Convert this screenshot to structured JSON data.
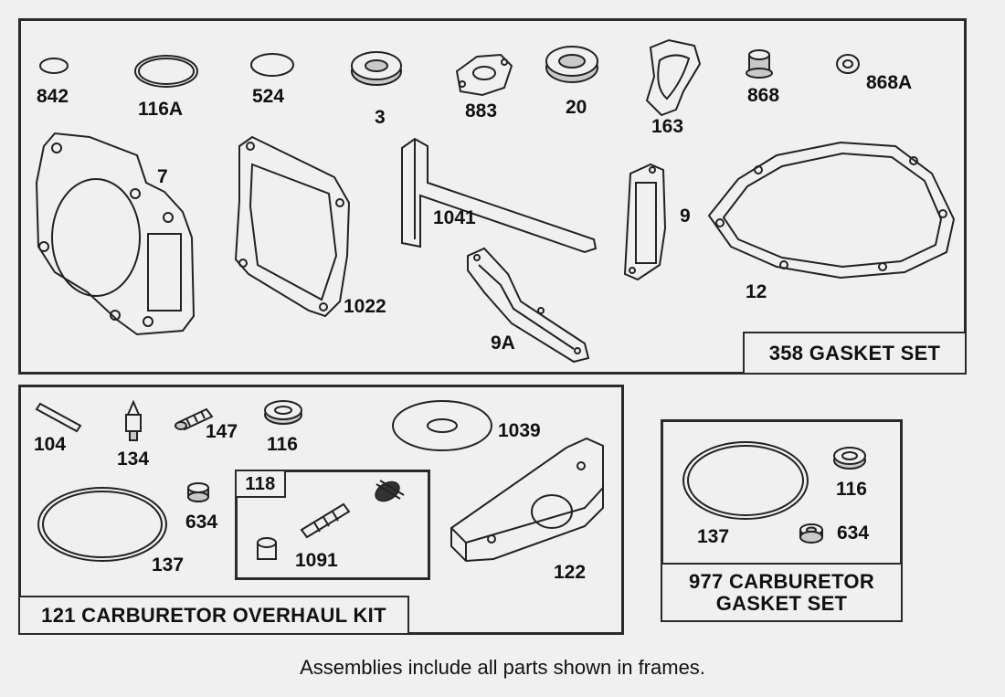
{
  "frames": {
    "gasket_set": {
      "label": "358 GASKET SET"
    },
    "overhaul_kit": {
      "label": "121 CARBURETOR OVERHAUL KIT",
      "subkit_label": "118"
    },
    "carb_gasket_set": {
      "label": "977 CARBURETOR\nGASKET SET"
    }
  },
  "parts": {
    "p842": "842",
    "p116A": "116A",
    "p524": "524",
    "p3": "3",
    "p883": "883",
    "p20": "20",
    "p163": "163",
    "p868": "868",
    "p868A": "868A",
    "p7": "7",
    "p1041": "1041",
    "p9": "9",
    "p1022": "1022",
    "p12": "12",
    "p9A": "9A",
    "p104": "104",
    "p134": "134",
    "p147": "147",
    "p116": "116",
    "p1039": "1039",
    "p634": "634",
    "p137": "137",
    "p1091": "1091",
    "p122": "122",
    "p116b": "116",
    "p137b": "137",
    "p634b": "634"
  },
  "caption": "Assemblies include all parts shown in frames."
}
